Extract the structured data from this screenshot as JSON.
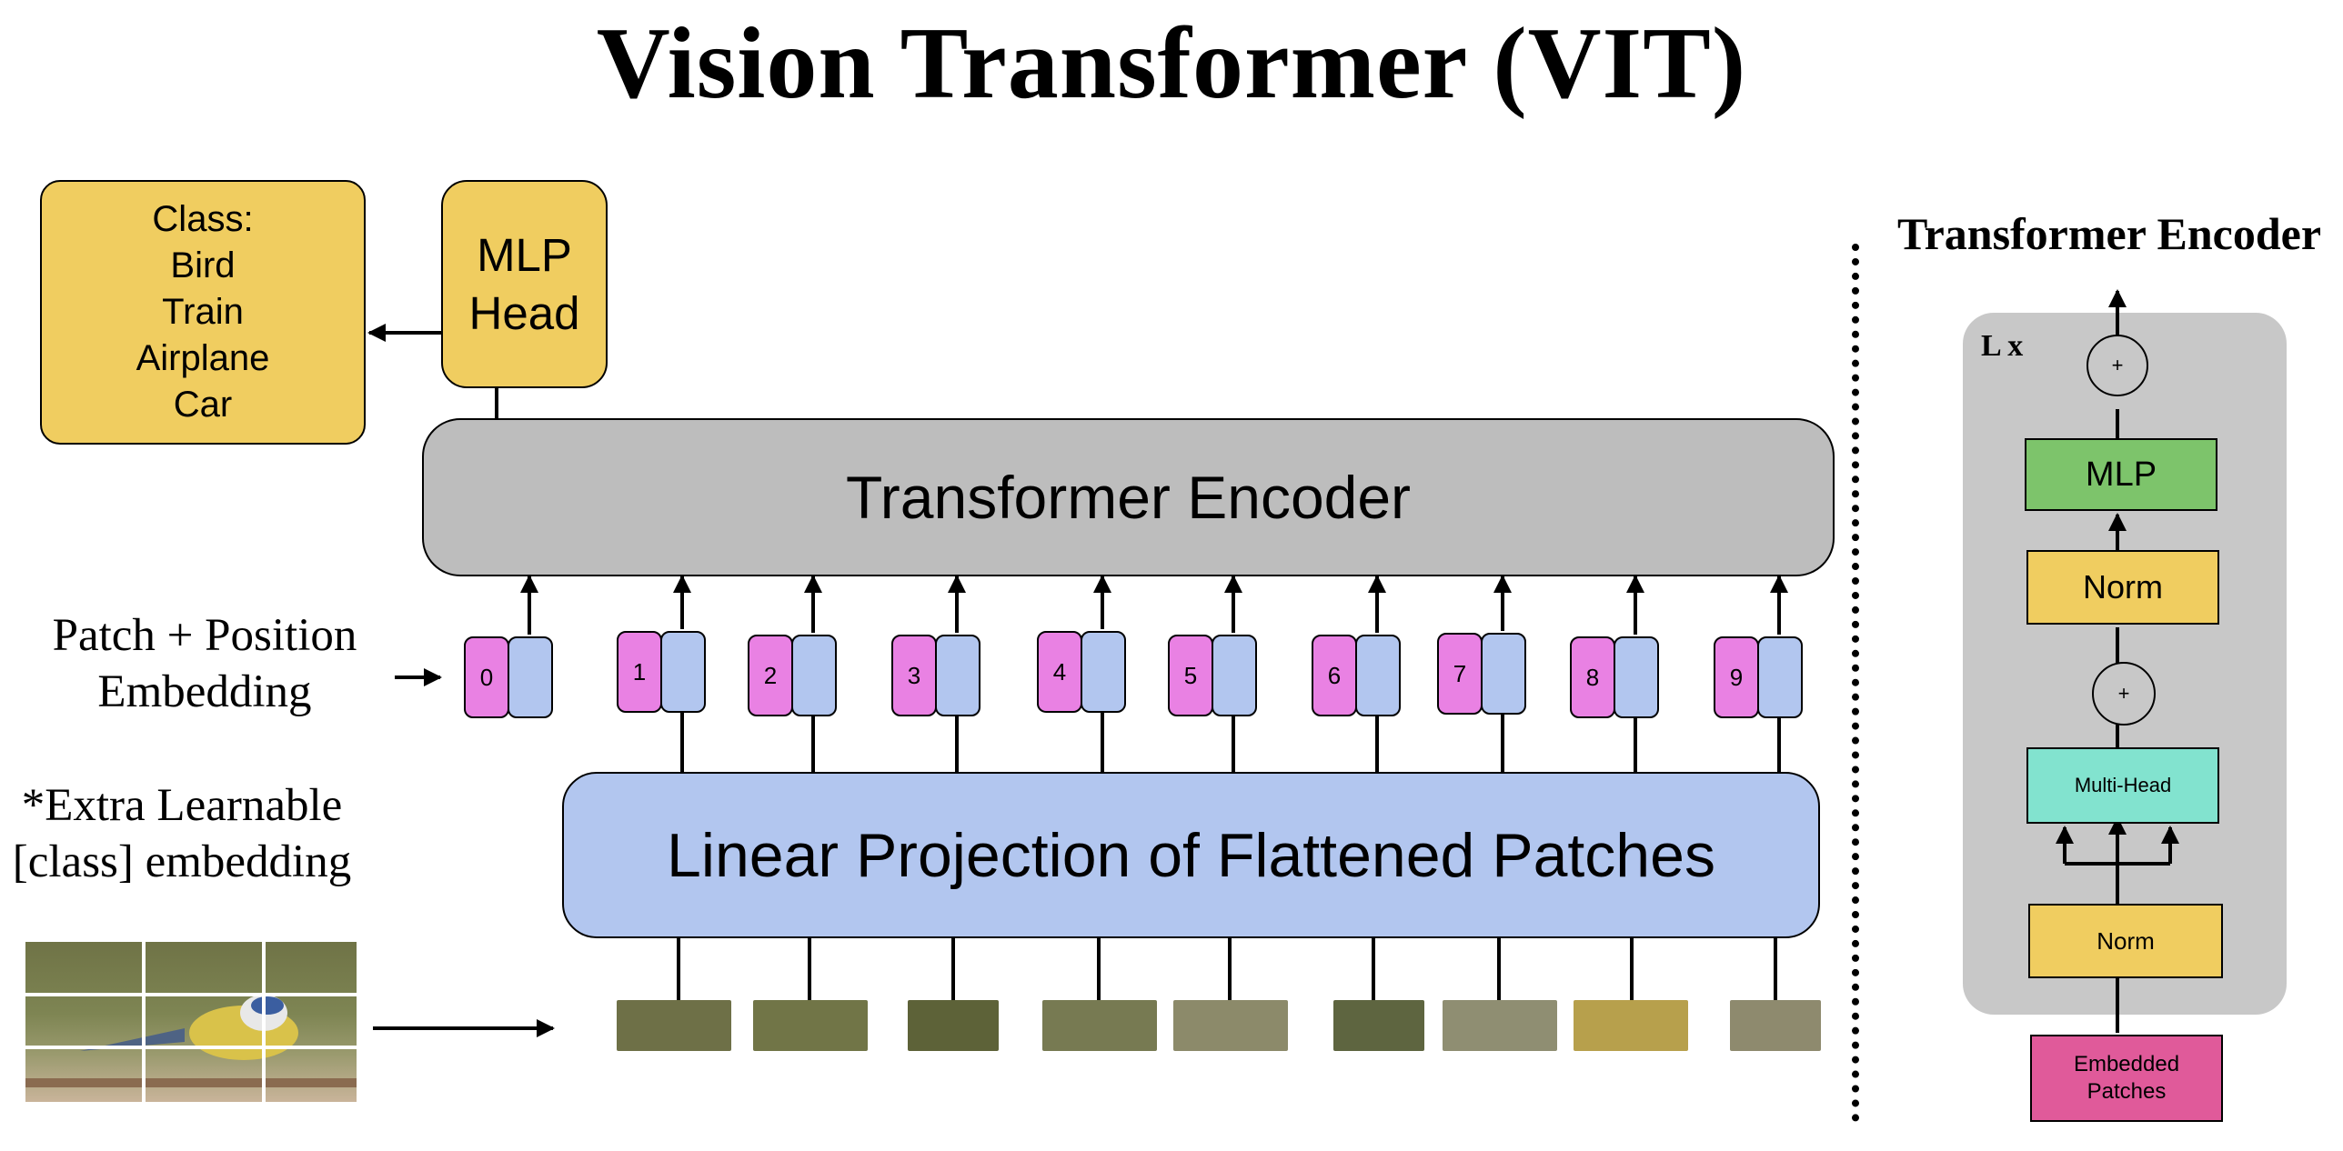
{
  "title": "Vision Transformer (VIT)",
  "class_box": {
    "lines": [
      "Class:",
      "Bird",
      "Train",
      "Airplane",
      "Car"
    ]
  },
  "mlp_head": {
    "lines": [
      "MLP",
      "Head"
    ]
  },
  "encoder_label": "Transformer Encoder",
  "linear_projection_label": "Linear Projection of Flattened Patches",
  "patch_position_label": [
    "Patch + Position",
    "Embedding"
  ],
  "extra_label": [
    "*Extra Learnable",
    "[class] embedding"
  ],
  "tokens": [
    "0",
    "1",
    "2",
    "3",
    "4",
    "5",
    "6",
    "7",
    "8",
    "9"
  ],
  "side_panel": {
    "title": "Transformer Encoder",
    "repeat": "L x",
    "mlp": "MLP",
    "norm_top": "Norm",
    "add": "+",
    "multi_head": "Multi-Head",
    "norm_bottom": "Norm",
    "embedded": [
      "Embedded",
      "Patches"
    ]
  },
  "colors": {
    "yellow": "#f0cd60",
    "gray": "#bdbdbd",
    "blue": "#b2c6ef",
    "pink": "#e981e3",
    "green": "#7dc46b",
    "teal": "#82e3cf",
    "magenta": "#e05a9a"
  }
}
